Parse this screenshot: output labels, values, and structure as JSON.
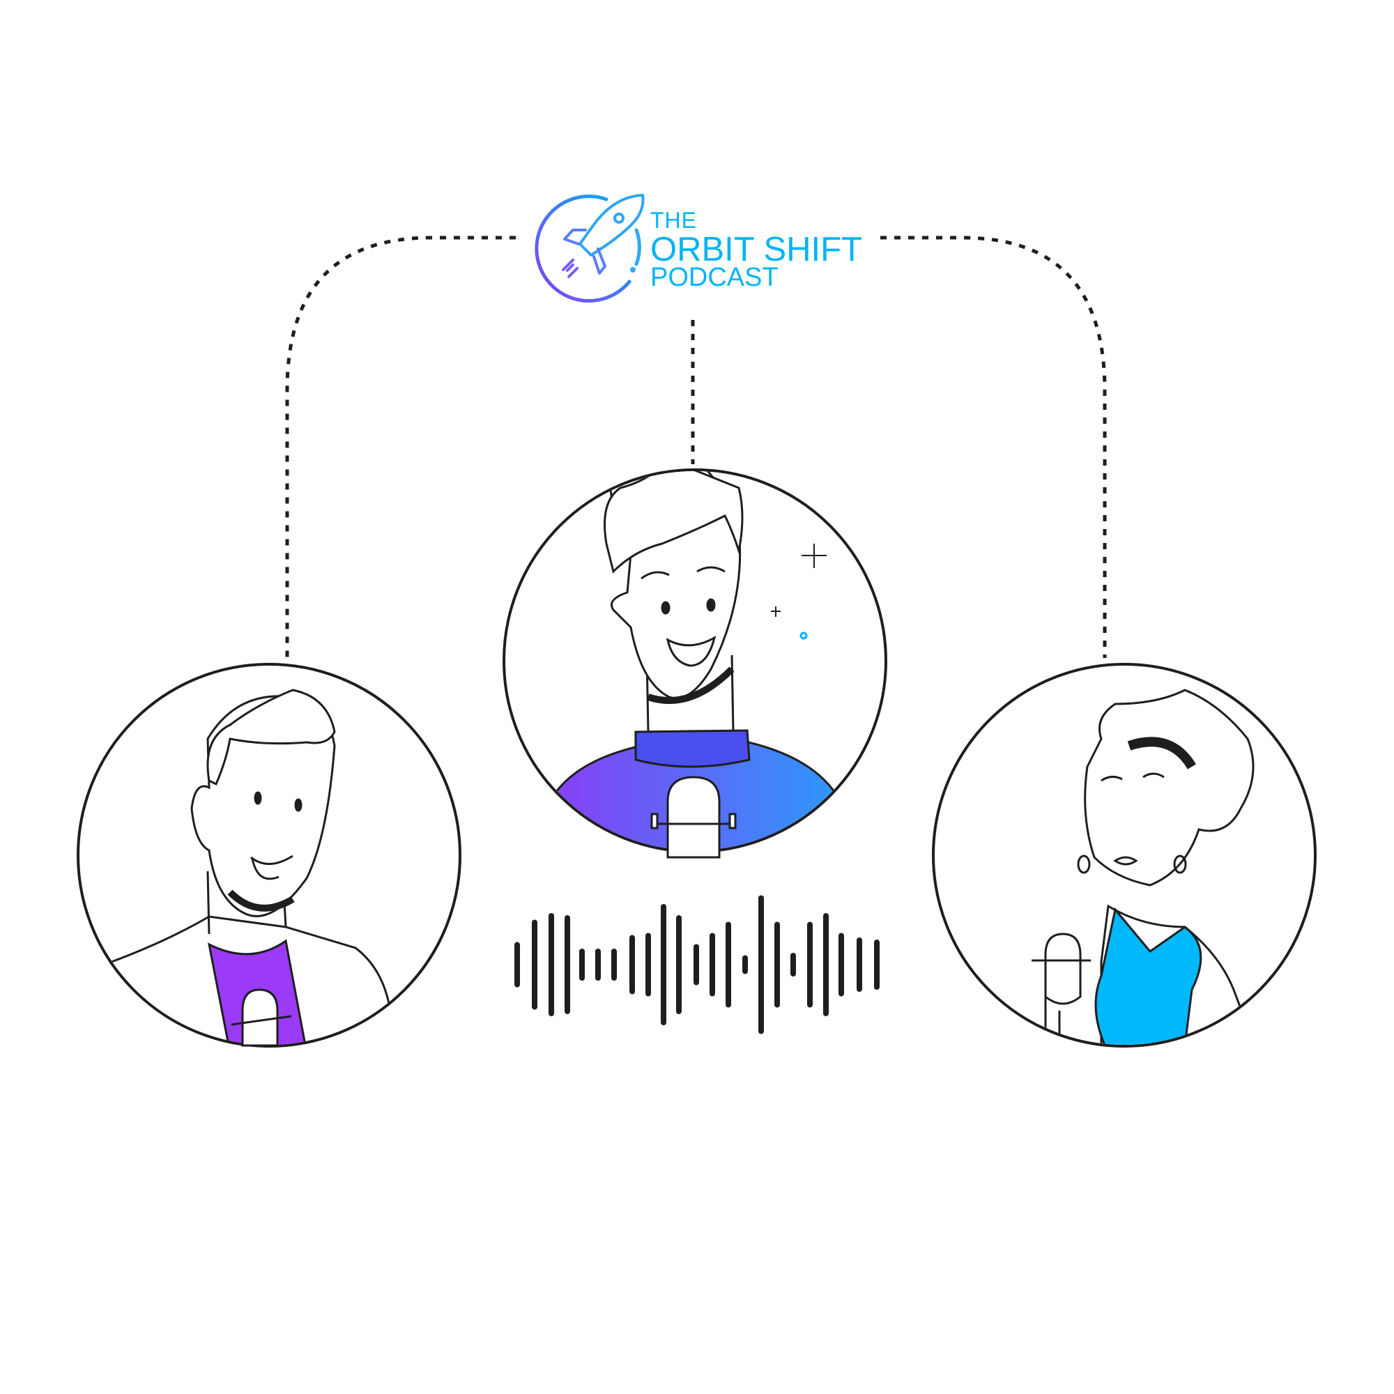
{
  "logo": {
    "line1": "THE",
    "line2": "ORBIT SHIFT",
    "line3": "PODCAST"
  },
  "icons": [
    "rocket-icon",
    "microphone-icon",
    "sound-wave-icon"
  ],
  "colors": {
    "brand_blue": "#00b4f5",
    "brand_purple": "#8a3cf5",
    "ink": "#1e1e1e",
    "host_right_shirt": "#00b8fb"
  }
}
